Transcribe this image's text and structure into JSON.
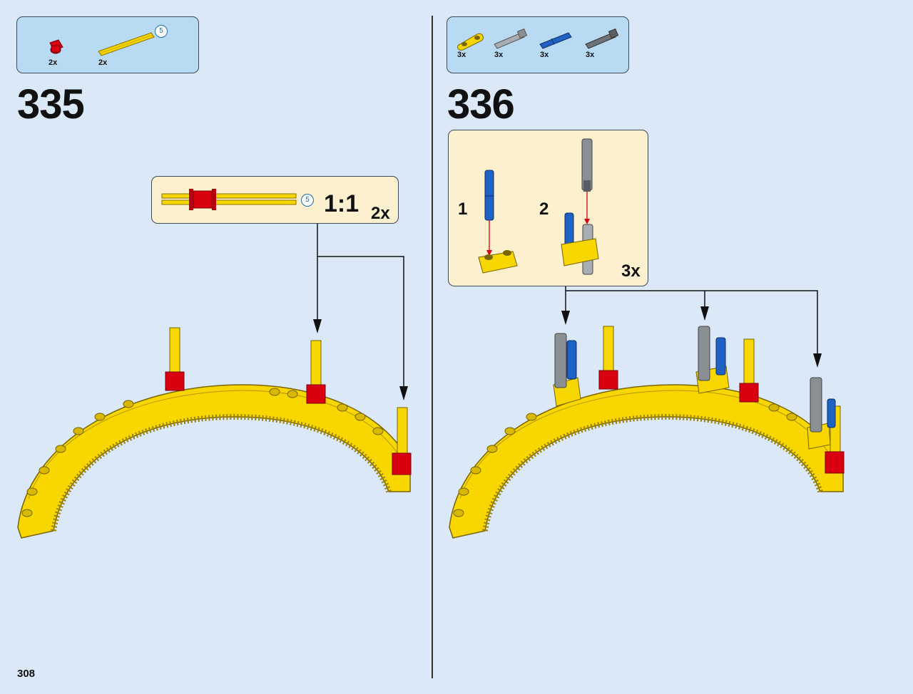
{
  "page": {
    "number": "308"
  },
  "steps": [
    {
      "number": "335",
      "parts": [
        {
          "name": "red-bush",
          "qty": "2x"
        },
        {
          "name": "yellow-axle-5",
          "qty": "2x",
          "length": "5"
        }
      ],
      "callout": {
        "scale": "1:1",
        "qty": "2x",
        "length": "5"
      }
    },
    {
      "number": "336",
      "parts": [
        {
          "name": "yellow-beam-2",
          "qty": "3x"
        },
        {
          "name": "grey-pin-axle",
          "qty": "3x"
        },
        {
          "name": "blue-pin-long",
          "qty": "3x"
        },
        {
          "name": "dark-grey-pin-axle",
          "qty": "3x"
        }
      ],
      "callout": {
        "sub_step_1": "1",
        "sub_step_2": "2",
        "qty": "3x"
      }
    }
  ],
  "colors": {
    "background": "#dae8f8",
    "parts_box": "#b9daf3",
    "callout_box": "#fdf0cf",
    "yellow": "#f8d700",
    "red": "#d9000f",
    "blue": "#1f62c4",
    "grey": "#8a8f94",
    "badge_blue": "#1c6fb0"
  }
}
